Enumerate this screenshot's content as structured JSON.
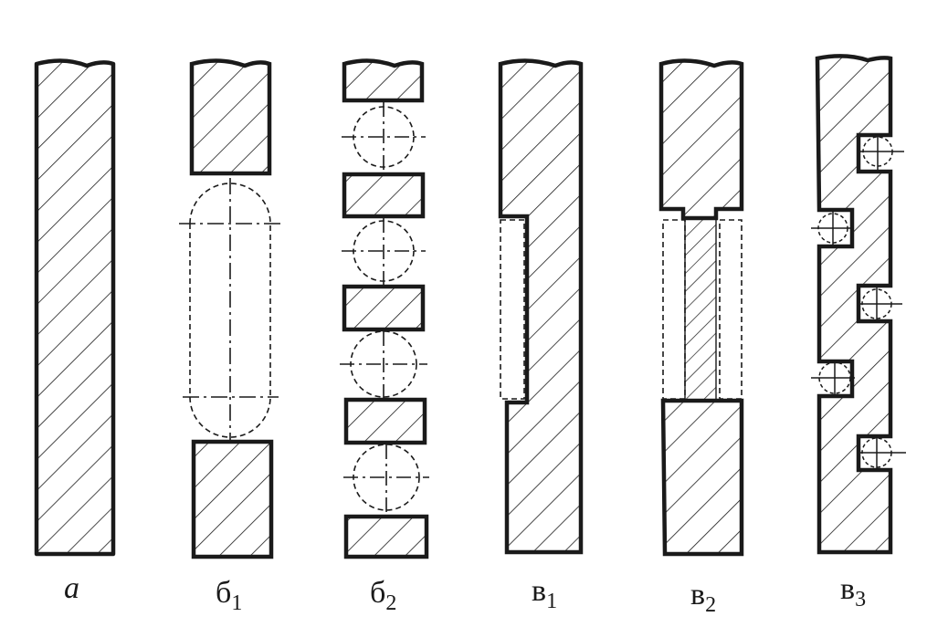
{
  "figure": {
    "labels": {
      "a": "а",
      "b1": {
        "base": "б",
        "sub": "1"
      },
      "b2": {
        "base": "б",
        "sub": "2"
      },
      "v1": {
        "base": "в",
        "sub": "1"
      },
      "v2": {
        "base": "в",
        "sub": "2"
      },
      "v3": {
        "base": "в",
        "sub": "3"
      }
    },
    "line_color": "#1a1a1a",
    "background": "#ffffff"
  }
}
